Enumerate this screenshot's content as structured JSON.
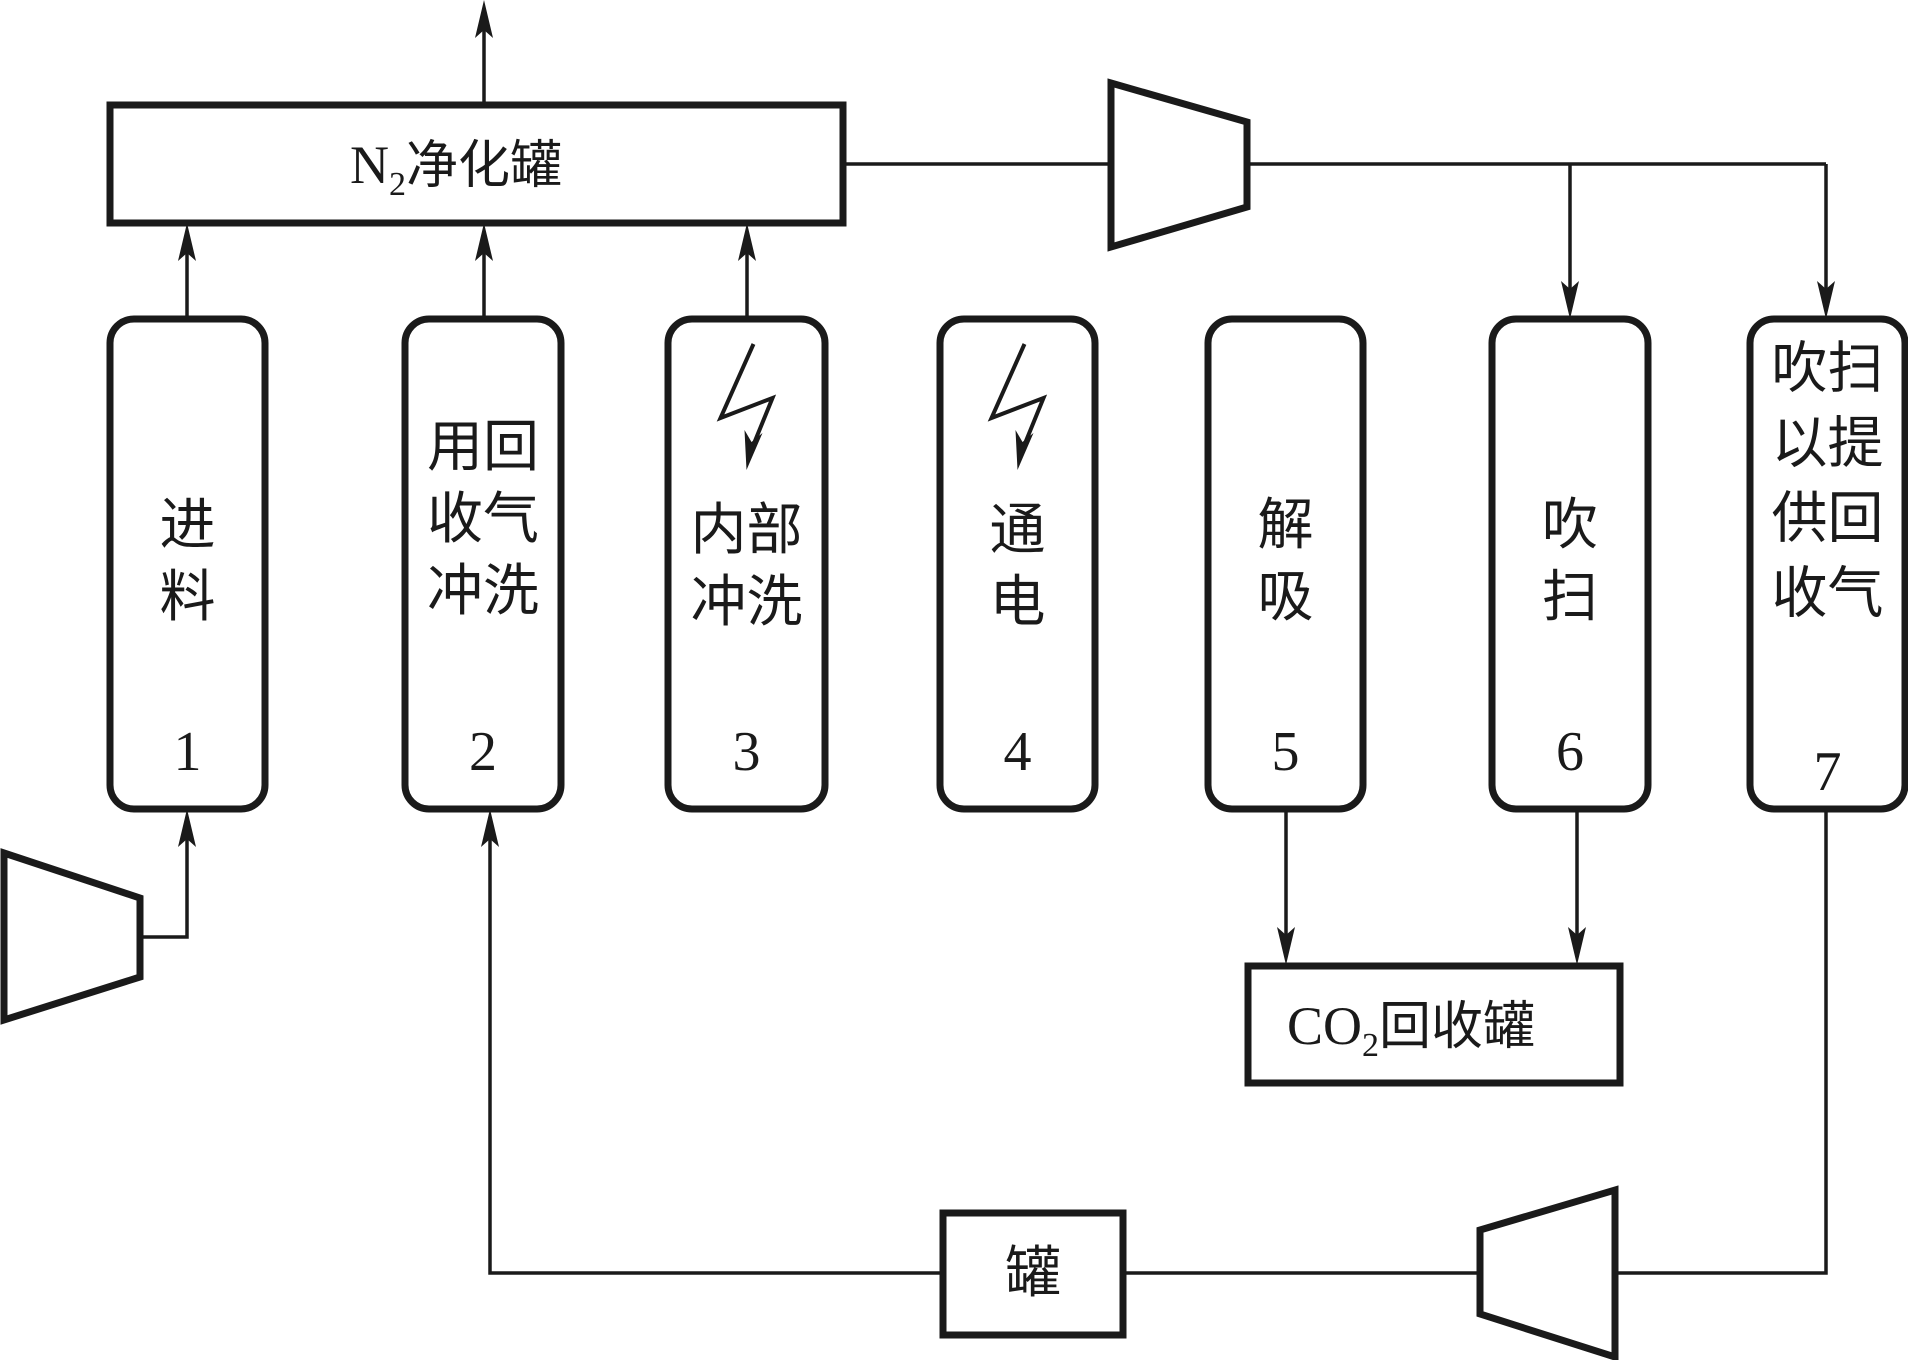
{
  "diagram": {
    "n2_tank": {
      "label_main": "N",
      "label_sub": "2",
      "label_rest": "净化罐"
    },
    "co2_tank": {
      "label_main": "CO",
      "label_sub": "2",
      "label_rest": "回收罐"
    },
    "buffer_tank": {
      "label": "罐"
    },
    "columns": [
      {
        "number": "1",
        "rows": [
          "进",
          "料"
        ],
        "has_power": false
      },
      {
        "number": "2",
        "rows": [
          "用回",
          "收气",
          "冲洗"
        ],
        "has_power": false
      },
      {
        "number": "3",
        "rows": [
          "内部",
          "冲洗"
        ],
        "has_power": true
      },
      {
        "number": "4",
        "rows": [
          "通",
          "电"
        ],
        "has_power": true
      },
      {
        "number": "5",
        "rows": [
          "解",
          "吸"
        ],
        "has_power": false
      },
      {
        "number": "6",
        "rows": [
          "吹",
          "扫"
        ],
        "has_power": false
      },
      {
        "number": "7",
        "rows": [
          "吹扫",
          "以提",
          "供回",
          "收气"
        ],
        "has_power": false
      }
    ],
    "colors": {
      "stroke": "#1a1a1a",
      "background": "#ffffff"
    }
  }
}
